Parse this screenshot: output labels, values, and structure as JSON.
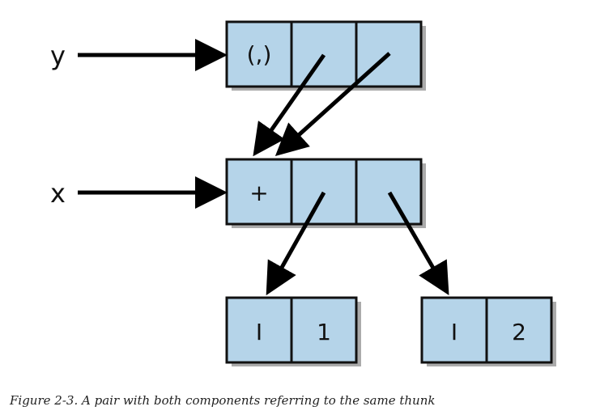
{
  "variables": {
    "y": "y",
    "x": "x"
  },
  "nodes": {
    "y_node": {
      "tag": "(,)"
    },
    "x_node": {
      "tag": "+"
    },
    "left_leaf": {
      "tag": "I",
      "value": "1"
    },
    "right_leaf": {
      "tag": "I",
      "value": "2"
    }
  },
  "caption": {
    "label": "Figure 2-3.",
    "text": "A pair with both components referring to the same thunk"
  },
  "colors": {
    "cell_fill": "#b5d4e9",
    "cell_border": "#111111",
    "arrow": "#000000"
  }
}
